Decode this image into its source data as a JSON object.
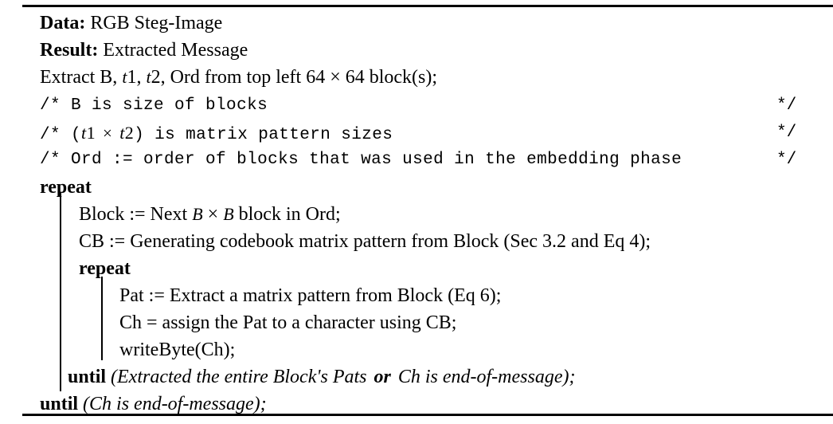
{
  "algorithm": {
    "header": {
      "data_label": "Data:",
      "data_value": "RGB Steg-Image",
      "result_label": "Result:",
      "result_value": "Extracted Message"
    },
    "init": {
      "prefix": "Extract B,",
      "var1": "t",
      "var1_sub": "1",
      "comma1": ",",
      "var2": "t",
      "var2_sub": "2",
      "mid": ", Ord from top left",
      "dim1": "64",
      "times": "×",
      "dim2": "64",
      "suffix": "block(s);"
    },
    "comments": [
      {
        "open": "/*",
        "text": "B is size of blocks",
        "close": "*/"
      },
      {
        "open": "/*",
        "pre": "(",
        "var1": "t",
        "var1_sub": "1",
        "times": "×",
        "var2": "t",
        "var2_sub": "2",
        "post": ")",
        "text": "is matrix pattern sizes",
        "close": "*/"
      },
      {
        "open": "/*",
        "text": "Ord := order of blocks that was used in the embedding phase",
        "close": "*/"
      }
    ],
    "body": {
      "repeat_outer": "repeat",
      "block_assign_pre": "Block := Next",
      "block_var1": "B",
      "block_times": "×",
      "block_var2": "B",
      "block_assign_post": "block in Ord;",
      "cb_assign": "CB := Generating codebook matrix pattern from Block (Sec 3.2 and Eq 4);",
      "repeat_inner": "repeat",
      "pat_assign": "Pat := Extract a matrix pattern from Block (Eq 6);",
      "ch_assign": "Ch = assign the Pat to a character using CB;",
      "write_byte": "writeByte(Ch);",
      "until_inner_keyword": "until",
      "until_inner_cond_a": "(Extracted the entire Block's Pats",
      "until_inner_or": "or",
      "until_inner_cond_b": "Ch is end-of-message);",
      "until_outer_keyword": "until",
      "until_outer_cond": "(Ch is end-of-message);"
    }
  }
}
